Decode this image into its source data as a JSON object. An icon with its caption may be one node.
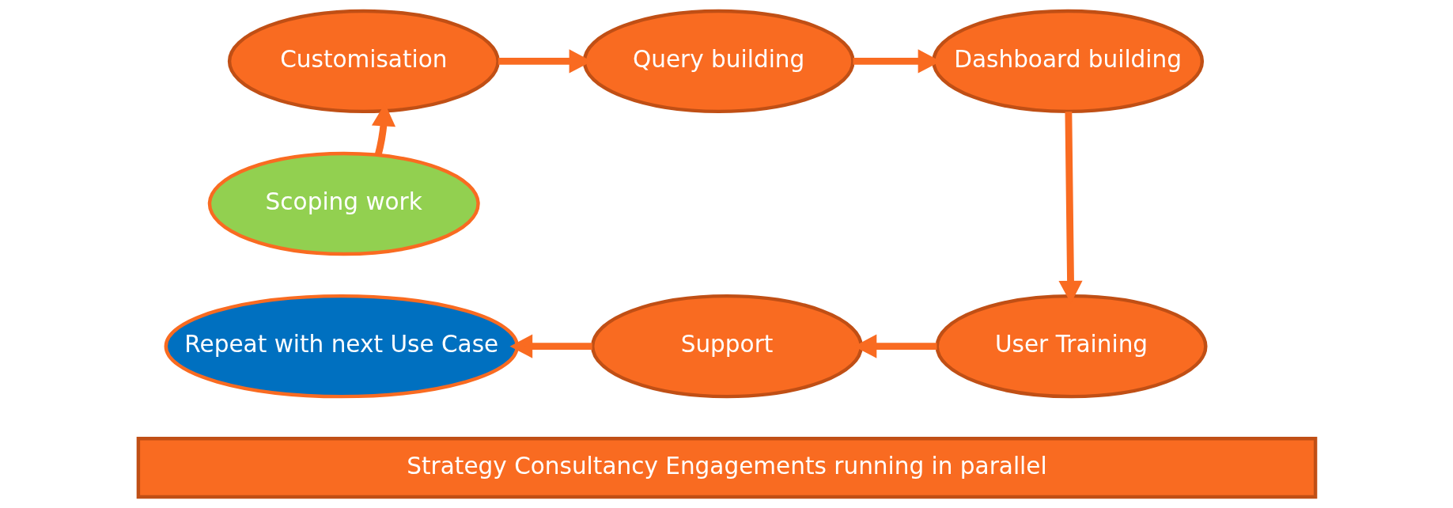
{
  "diagram": {
    "nodes": [
      {
        "text": [
          "Scoping work"
        ]
      },
      {
        "text": [
          "Customisation"
        ]
      },
      {
        "text": [
          "Query building"
        ]
      },
      {
        "text": [
          "Dashboard building"
        ]
      },
      {
        "text": [
          "User Training"
        ]
      },
      {
        "text": [
          "Support"
        ]
      },
      {
        "text": [
          "Repeat with next Use Case"
        ]
      },
      {
        "text": [
          "Strategy Consultancy Engagements running in parallel"
        ]
      }
    ],
    "edges": [
      {
        "from": 0,
        "to": 1,
        "arrow": "to"
      },
      {
        "from": 1,
        "to": 2,
        "arrow": "to"
      },
      {
        "from": 2,
        "to": 3,
        "arrow": "to"
      },
      {
        "from": 3,
        "to": 4,
        "arrow": "to"
      },
      {
        "from": 4,
        "to": 5,
        "arrow": "to"
      },
      {
        "from": 5,
        "to": 6,
        "arrow": "to"
      }
    ]
  }
}
